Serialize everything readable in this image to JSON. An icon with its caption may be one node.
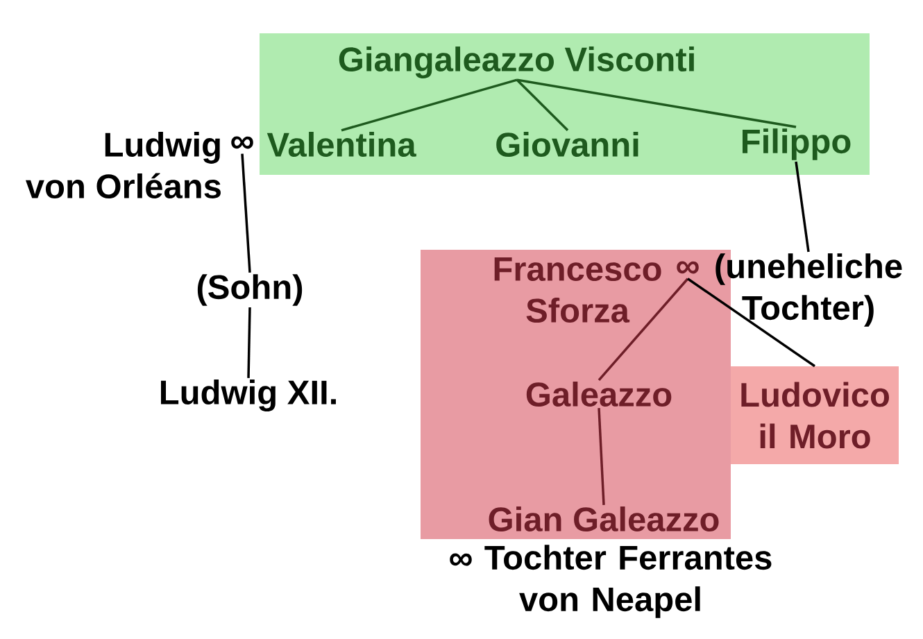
{
  "diagram": {
    "nodes": [
      {
        "text": [],
        "shape": "box"
      },
      {
        "text": [
          "Giangaleazzo Visconti"
        ],
        "in": 0
      },
      {
        "text": [
          "Valentina"
        ],
        "in": 0
      },
      {
        "text": [
          "Giovanni"
        ],
        "in": 0
      },
      {
        "text": [
          "Filippo"
        ],
        "in": 0
      },
      {
        "text": [
          "Ludwig von Orléans"
        ]
      },
      {
        "text": [
          "∞"
        ]
      },
      {
        "text": [
          "(Sohn)"
        ]
      },
      {
        "text": [
          "Ludwig XII."
        ]
      },
      {
        "text": [],
        "shape": "box"
      },
      {
        "text": [
          "Francesco Sforza"
        ],
        "in": 9
      },
      {
        "text": [
          "∞"
        ],
        "in": 9
      },
      {
        "text": [
          "(uneheliche Tochter)"
        ]
      },
      {
        "text": [
          "Galeazzo"
        ],
        "in": 9
      },
      {
        "text": [
          "Ludovico il Moro"
        ]
      },
      {
        "text": [
          "Gian Galeazzo"
        ],
        "in": 9
      }
    ],
    "edges": [
      {
        "from": 1,
        "to": 2,
        "arrow": "none",
        "color": "#1e5a1e"
      },
      {
        "from": 1,
        "to": 3,
        "arrow": "none",
        "color": "#1e5a1e"
      },
      {
        "from": 1,
        "to": 4,
        "arrow": "none",
        "color": "#1e5a1e"
      },
      {
        "from": 6,
        "to": 7,
        "arrow": "none"
      },
      {
        "from": 7,
        "to": 8,
        "arrow": "none"
      },
      {
        "from": 4,
        "to": 12,
        "arrow": "none"
      },
      {
        "from": 11,
        "to": 13,
        "arrow": "none",
        "color": "#6e1e28"
      },
      {
        "from": 11,
        "to": 14,
        "arrow": "none"
      },
      {
        "from": 13,
        "to": 15,
        "arrow": "none",
        "color": "#6e1e28"
      }
    ],
    "labels": [
      "∞ Tochter Ferrantes von Neapel"
    ]
  }
}
